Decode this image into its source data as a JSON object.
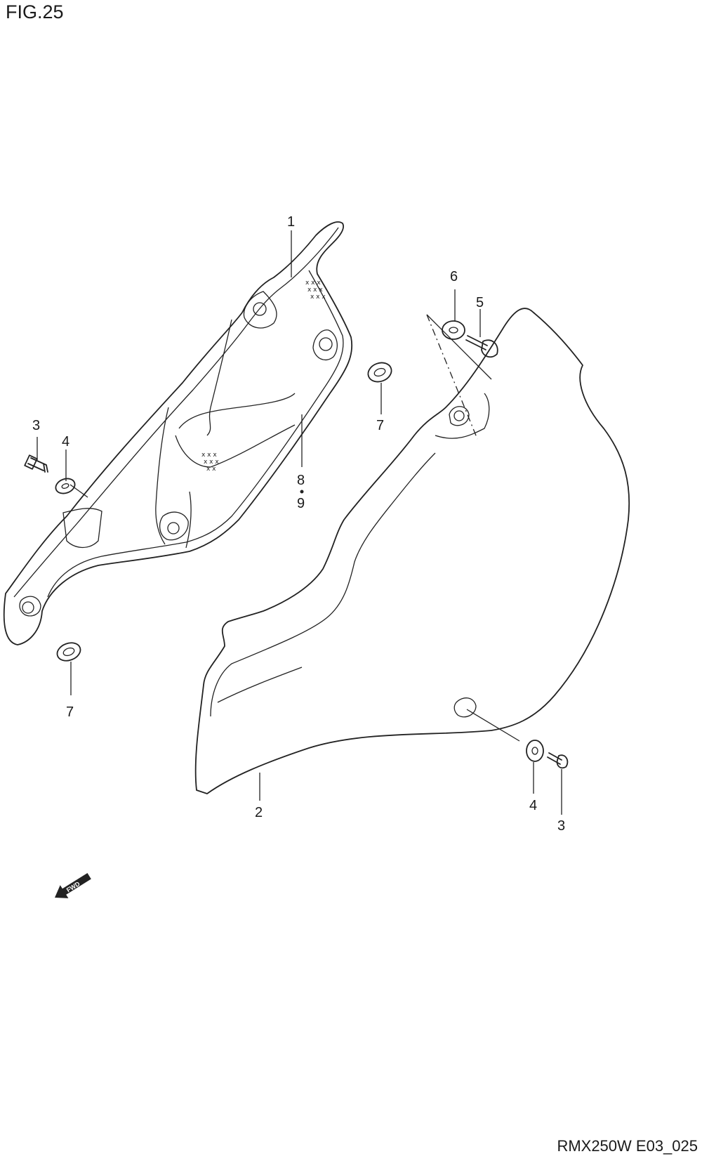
{
  "header": {
    "figure_label": "FIG.25"
  },
  "footer": {
    "reference_code": "RMX250W E03_025"
  },
  "callouts": {
    "c1": "1",
    "c2": "2",
    "c3a": "3",
    "c3b": "3",
    "c4a": "4",
    "c4b": "4",
    "c5": "5",
    "c6": "6",
    "c7a": "7",
    "c7b": "7",
    "c8": "8",
    "c9": "9"
  },
  "fwd_arrow": {
    "label": "FWD"
  }
}
